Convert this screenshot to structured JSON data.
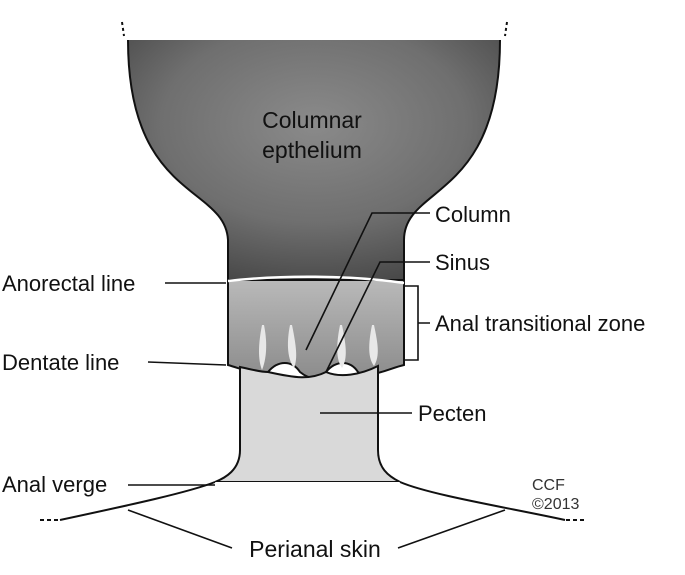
{
  "regions": {
    "columnar_line1": "Columnar",
    "columnar_line2": "epthelium"
  },
  "labels": {
    "column": "Column",
    "sinus": "Sinus",
    "anorectal_line": "Anorectal line",
    "anal_transitional_zone": "Anal transitional zone",
    "dentate_line": "Dentate line",
    "pecten": "Pecten",
    "anal_verge": "Anal verge",
    "perianal_skin": "Perianal skin"
  },
  "credit": {
    "line1": "CCF",
    "line2": "©2013"
  }
}
